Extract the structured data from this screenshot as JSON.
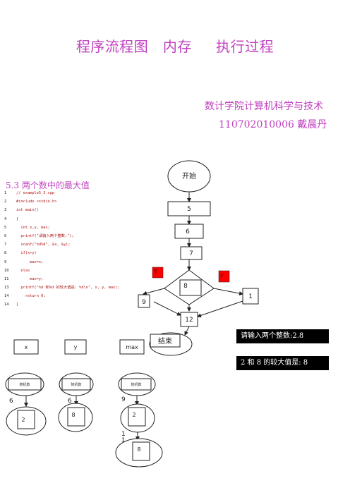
{
  "title": "程序流程图   内存     执行过程",
  "affiliation": "数计学院计算机科学与技术",
  "author": "110702010006 戴晨丹",
  "section_title": "5.3 两个数中的最大值",
  "code_lines": [
    {
      "n": "1",
      "text": "// example5_3.cpp"
    },
    {
      "n": "2",
      "text": "#include <stdio.h>"
    },
    {
      "n": "3",
      "text": "int main()"
    },
    {
      "n": "4",
      "text": "{"
    },
    {
      "n": "5",
      "text": "  int x,y, max;"
    },
    {
      "n": "6",
      "text": "  printf(\"请输入两个整数:\");"
    },
    {
      "n": "7",
      "text": "  scanf(\"%d%d\", &x, &y);"
    },
    {
      "n": "8",
      "text": "  if(x>y)"
    },
    {
      "n": "9",
      "text": "      max=x;"
    },
    {
      "n": "10",
      "text": "  else"
    },
    {
      "n": "11",
      "text": "      max=y;"
    },
    {
      "n": "13",
      "text": "  printf(\"%d 和%d 的较大值是: %d\\n\", x, y, max);"
    },
    {
      "n": "14",
      "text": "    return 0;"
    },
    {
      "n": "14",
      "text": "}"
    }
  ],
  "flowchart": {
    "start_label": "开始",
    "end_label": "结束",
    "steps": [
      "5",
      "6",
      "7",
      "8",
      "9",
      "1",
      "12"
    ],
    "true_label": "T",
    "false_label": "F",
    "true_color": "#ff0000",
    "false_color": "#ff0000"
  },
  "console": {
    "line1": "请输入两个整数:2.8",
    "line2": "2 和 8 的较大值是: 8",
    "bg_color": "#000000",
    "text_color": "#ffffff"
  },
  "memory": {
    "vars": [
      {
        "name": "x",
        "initial": "随机数",
        "step": "6",
        "value": "2"
      },
      {
        "name": "y",
        "initial": "随机数",
        "step": "6",
        "value": "8"
      },
      {
        "name": "max",
        "initial": "随机数",
        "step": "9",
        "value": "2",
        "step2": "1\n1",
        "value2": "8"
      }
    ]
  },
  "colors": {
    "accent": "#c040c0",
    "code": "#b01010"
  }
}
